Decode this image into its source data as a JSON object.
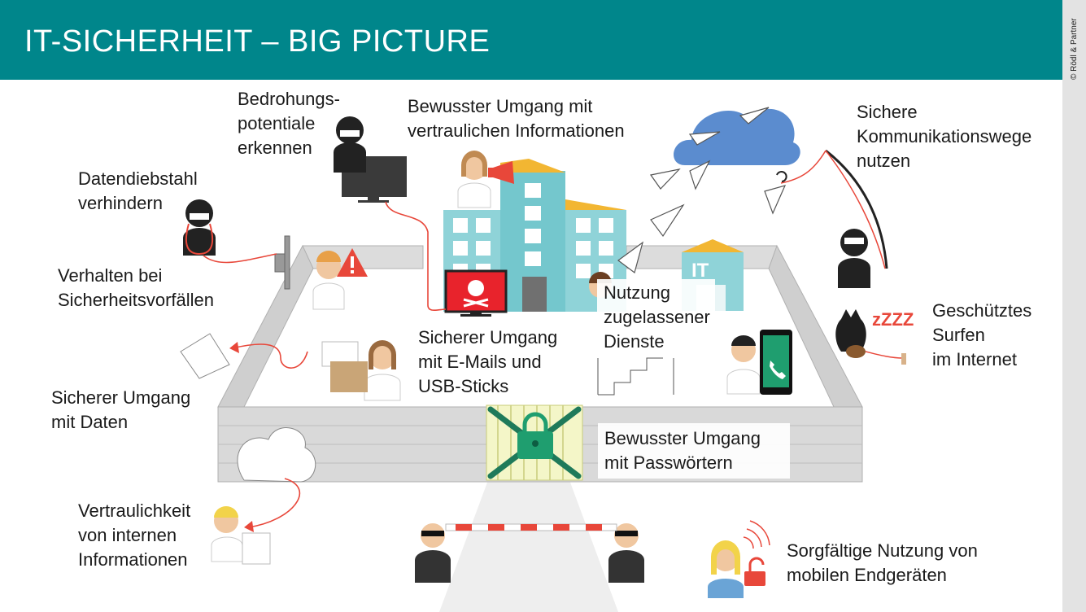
{
  "header": {
    "title": "IT-SICHERHEIT – BIG PICTURE"
  },
  "side": {
    "copyright": "© Rödl & Partner"
  },
  "labels": {
    "bedrohung": [
      "Bedrohungs-",
      "potentiale",
      "erkennen"
    ],
    "bewusst_info": [
      "Bewusster Umgang mit",
      "vertraulichen Informationen"
    ],
    "kommunikation": [
      "Sichere",
      "Kommunikationswege",
      "nutzen"
    ],
    "datendiebstahl": [
      "Datendiebstahl",
      "verhindern"
    ],
    "verhalten": [
      "Verhalten bei",
      "Sicherheitsvorfällen"
    ],
    "geschuetzt": [
      "Geschütztes",
      "Surfen",
      "im Internet"
    ],
    "nutzung_dienste": [
      "Nutzung",
      "zugelassener",
      "Dienste"
    ],
    "emails": [
      "Sicherer Umgang",
      "mit E-Mails und",
      "USB-Sticks"
    ],
    "daten": [
      "Sicherer Umgang",
      "mit Daten"
    ],
    "passwoerter": [
      "Bewusster Umgang",
      "mit Passwörtern"
    ],
    "vertraulichkeit": [
      "Vertraulichkeit",
      "von internen",
      "Informationen"
    ],
    "mobil": [
      "Sorgfältige Nutzung von",
      "mobilen Endgeräten"
    ]
  },
  "building_sign": "IT",
  "sleep_text": "zZZZ",
  "colors": {
    "teal": "#00868b",
    "accent_red": "#e8473a",
    "building": "#8fd3d8",
    "roof": "#f2b632",
    "wall": "#d9d9d9",
    "cloud": "#5b8ccf",
    "lock": "#1f9e6f"
  }
}
